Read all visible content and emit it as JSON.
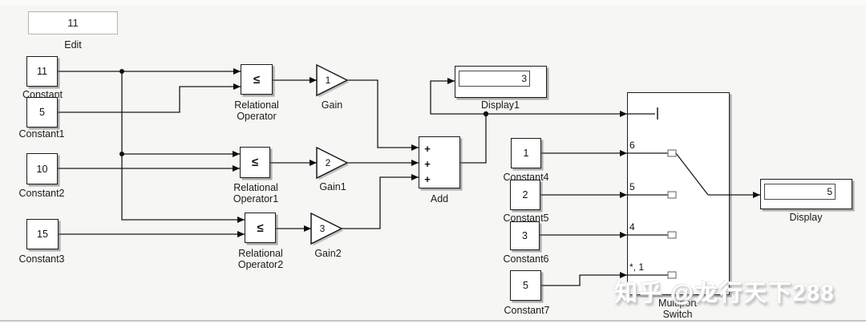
{
  "colors": {
    "background": "#f6f6f4",
    "wire": "#1a1a1a",
    "block_fill": "#ffffff",
    "block_border": "#1c1c1c"
  },
  "edit": {
    "value": "11",
    "label": "Edit"
  },
  "blocks": {
    "constants": [
      {
        "value": "11",
        "label": "Constant"
      },
      {
        "value": "5",
        "label": "Constant1"
      },
      {
        "value": "10",
        "label": "Constant2"
      },
      {
        "value": "15",
        "label": "Constant3"
      },
      {
        "value": "1",
        "label": "Constant4"
      },
      {
        "value": "2",
        "label": "Constant5"
      },
      {
        "value": "3",
        "label": "Constant6"
      },
      {
        "value": "5",
        "label": "Constant7"
      }
    ],
    "relops": [
      {
        "symbol": "≤",
        "label": "Relational\nOperator"
      },
      {
        "symbol": "≤",
        "label": "Relational\nOperator1"
      },
      {
        "symbol": "≤",
        "label": "Relational\nOperator2"
      }
    ],
    "gains": [
      {
        "value": "1",
        "label": "Gain"
      },
      {
        "value": "2",
        "label": "Gain1"
      },
      {
        "value": "3",
        "label": "Gain2"
      }
    ],
    "add": {
      "label": "Add",
      "plus1": "+",
      "plus2": "+",
      "plus3": "+"
    },
    "displays": [
      {
        "value": "3",
        "label": "Display1"
      },
      {
        "value": "5",
        "label": "Display"
      }
    ],
    "multiport": {
      "label": "Multiport\nSwitch",
      "ports": [
        "6",
        "5",
        "4",
        "*, 1"
      ]
    }
  },
  "watermark": {
    "text": "知乎 @龙行天下288"
  }
}
